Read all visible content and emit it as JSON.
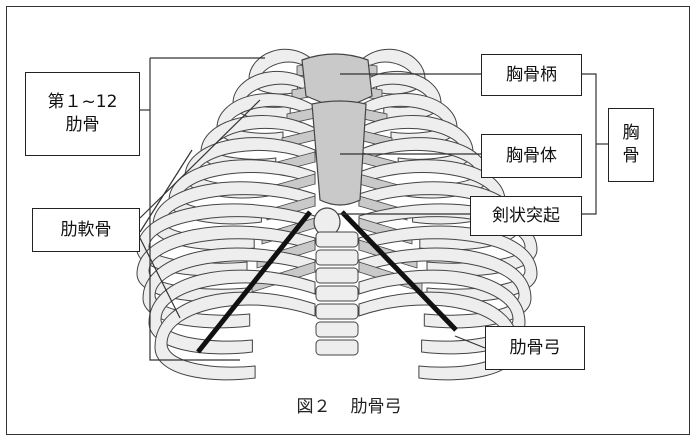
{
  "labels": {
    "ribs": [
      "第１~12",
      "肋骨"
    ],
    "costal_cartilage": "肋軟骨",
    "manubrium": "胸骨柄",
    "sternum_body": "胸骨体",
    "xiphoid": "剣状突起",
    "sternum": [
      "胸",
      "骨"
    ],
    "costal_arch": "肋骨弓"
  },
  "caption": {
    "figure_no": "図２",
    "title": "肋骨弓"
  },
  "colors": {
    "bone": "#eeeeee",
    "cartilage": "#c9c9c9",
    "outline": "#444444",
    "arch_line": "#111111"
  }
}
